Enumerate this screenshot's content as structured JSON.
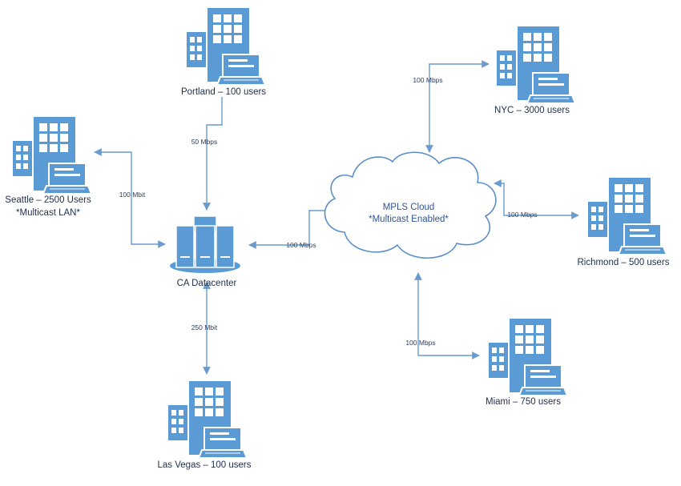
{
  "colors": {
    "icon_fill": "#5b9bd5",
    "icon_dark": "#3f78b8",
    "line": "#6a9bd0",
    "cloud_stroke": "#5b8fc7"
  },
  "sites": {
    "portland": {
      "label": "Portland – 100 users"
    },
    "nyc": {
      "label": "NYC – 3000 users"
    },
    "seattle": {
      "label": "Seattle – 2500 Users",
      "note": "*Multicast LAN*"
    },
    "richmond": {
      "label": "Richmond – 500 users"
    },
    "miami": {
      "label": "Miami – 750 users"
    },
    "las_vegas": {
      "label": "Las Vegas – 100 users"
    }
  },
  "datacenter": {
    "label": "CA Datacenter"
  },
  "cloud": {
    "title": "MPLS Cloud",
    "subtitle": "*Multicast Enabled*"
  },
  "links": {
    "portland_dc": "50 Mbps",
    "seattle_dc": "100 Mbit",
    "cloud_dc": "100 Mbps",
    "vegas_dc": "250 Mbit",
    "nyc_cloud": "100 Mbps",
    "richmond_cloud": "100 Mbps",
    "miami_cloud": "100 Mbps"
  }
}
